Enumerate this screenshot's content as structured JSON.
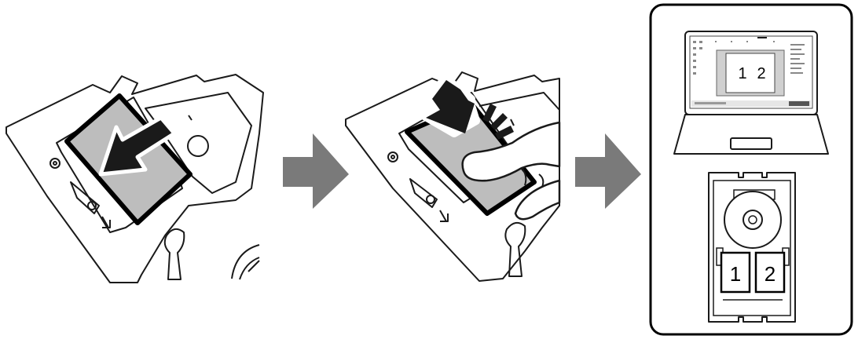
{
  "steps": [
    {
      "id": "insert-sheet"
    },
    {
      "id": "press-sheet"
    },
    {
      "id": "print-result"
    }
  ],
  "arrows": {
    "color": "#7a7a7a"
  },
  "laptop_screen": {
    "page_labels": [
      "1",
      "2"
    ]
  },
  "tray_result": {
    "labels": [
      "1",
      "2"
    ]
  },
  "colors": {
    "stroke": "#1a1a1a",
    "sheet_fill": "#bdbdbd",
    "arrow_dark": "#1a1a1a",
    "arrow_gray": "#7a7a7a",
    "panel_border": "#000000"
  }
}
